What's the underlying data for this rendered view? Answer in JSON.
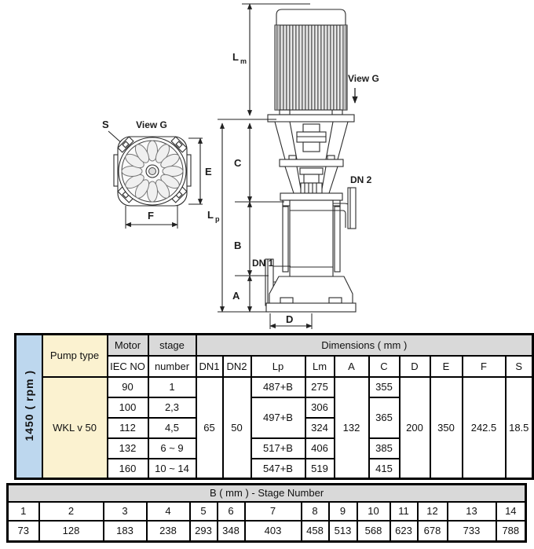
{
  "drawing": {
    "view_g_label_top": "View G",
    "view_g_label_side": "View G",
    "dim_lm_main": "L",
    "dim_lm_sub": "m",
    "dim_lp_main": "L",
    "dim_lp_sub": "p",
    "dim_c": "C",
    "dim_b": "B",
    "dim_a": "A",
    "dim_d": "D",
    "dim_e": "E",
    "dim_f": "F",
    "dim_s": "S",
    "dn1_label": "DN 1",
    "dn2_label": "DN 2"
  },
  "main_table": {
    "rpm_label": "1450 ( rpm )",
    "pump_type_header": "Pump type",
    "motor_header": "Motor",
    "motor_subheader": "IEC NO",
    "stage_header": "stage",
    "stage_subheader": "number",
    "dimensions_header": "Dimensions ( mm )",
    "col_dn1": "DN1",
    "col_dn2": "DN2",
    "col_lp": "Lp",
    "col_lm": "Lm",
    "col_a": "A",
    "col_c": "C",
    "col_d": "D",
    "col_e": "E",
    "col_f": "F",
    "col_s": "S",
    "pump_type": "WKL v 50",
    "rows": [
      {
        "iec": "90",
        "stage": "1",
        "lm": "275"
      },
      {
        "iec": "100",
        "stage": "2,3",
        "lm": "306"
      },
      {
        "iec": "112",
        "stage": "4,5",
        "lm": "324"
      },
      {
        "iec": "132",
        "stage": "6 ~ 9",
        "lm": "406"
      },
      {
        "iec": "160",
        "stage": "10 ~ 14",
        "lm": "519"
      }
    ],
    "dn1": "65",
    "dn2": "50",
    "a": "132",
    "d": "200",
    "e": "350",
    "f": "242.5",
    "s": "18.5",
    "lp": [
      "487+B",
      "497+B",
      "517+B",
      "547+B"
    ],
    "c": [
      "355",
      "365",
      "385",
      "415"
    ]
  },
  "b_table": {
    "title": "B ( mm )  - Stage Number",
    "stages": [
      "1",
      "2",
      "3",
      "4",
      "5",
      "6",
      "7",
      "8",
      "9",
      "10",
      "11",
      "12",
      "13",
      "14"
    ],
    "values": [
      "73",
      "128",
      "183",
      "238",
      "293",
      "348",
      "403",
      "458",
      "513",
      "568",
      "623",
      "678",
      "733",
      "788"
    ]
  },
  "colors": {
    "rpm_cell": "#BDD7EE",
    "pump_type_cell": "#FBF2D0",
    "header_cell": "#D9D9D9",
    "line": "#222222"
  }
}
